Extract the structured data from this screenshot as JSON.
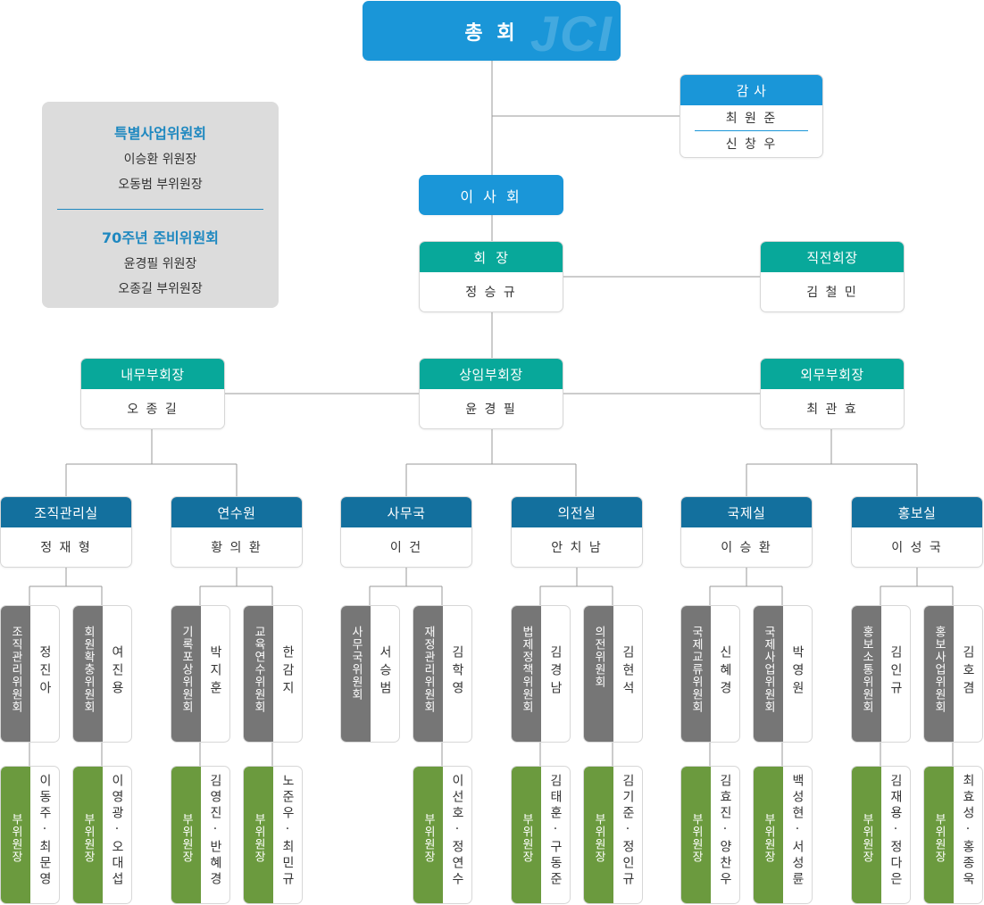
{
  "general_assembly": {
    "title": "총 회",
    "watermark": "JCI"
  },
  "auditor": {
    "title": "감 사",
    "members": [
      "최 원 준",
      "신 창 우"
    ]
  },
  "special": {
    "committee1": {
      "title": "특별사업위원회",
      "lines": [
        "이승환 위원장",
        "오동범 부위원장"
      ]
    },
    "committee2": {
      "title": "70주년 준비위원회",
      "lines": [
        "윤경필 위원장",
        "오종길 부위원장"
      ]
    }
  },
  "board": {
    "title": "이 사 회"
  },
  "president": {
    "title": "회  장",
    "name": "정 승 규"
  },
  "past_president": {
    "title": "직전회장",
    "name": "김 철 민"
  },
  "internal_vp": {
    "title": "내무부회장",
    "name": "오 종 길"
  },
  "senior_vp": {
    "title": "상임부회장",
    "name": "윤 경 필"
  },
  "external_vp": {
    "title": "외무부회장",
    "name": "최 관 효"
  },
  "offices": [
    {
      "title": "조직관리실",
      "name": "정 재 형"
    },
    {
      "title": "연수원",
      "name": "황 의 환"
    },
    {
      "title": "사무국",
      "name": "이 건"
    },
    {
      "title": "의전실",
      "name": "안 치 남"
    },
    {
      "title": "국제실",
      "name": "이 승 환"
    },
    {
      "title": "홍보실",
      "name": "이 성 국"
    }
  ],
  "committees": [
    {
      "label": "조직관리위원회",
      "chair": "정진아",
      "deputy_label": "부위원장",
      "deputies": "이동주·최문영"
    },
    {
      "label": "회원확충위원회",
      "chair": "여진용",
      "deputy_label": "부위원장",
      "deputies": "이영광·오대섭"
    },
    {
      "label": "기록포상위원회",
      "chair": "박지훈",
      "deputy_label": "부위원장",
      "deputies": "김영진·반혜경"
    },
    {
      "label": "교육연수위원회",
      "chair": "한감지",
      "deputy_label": "부위원장",
      "deputies": "노준우·최민규"
    },
    {
      "label": "사무국위원회",
      "chair": "서승범",
      "deputy_label": "",
      "deputies": ""
    },
    {
      "label": "재정관리위원회",
      "chair": "김학영",
      "deputy_label": "부위원장",
      "deputies": "이선호·정연수"
    },
    {
      "label": "법제정책위원회",
      "chair": "김경남",
      "deputy_label": "부위원장",
      "deputies": "김태훈·구동준"
    },
    {
      "label": "의전위원회",
      "chair": "김현석",
      "deputy_label": "부위원장",
      "deputies": "김기준·정인규"
    },
    {
      "label": "국제교류위원회",
      "chair": "신혜경",
      "deputy_label": "부위원장",
      "deputies": "김효진·양찬우"
    },
    {
      "label": "국제사업위원회",
      "chair": "박영원",
      "deputy_label": "부위원장",
      "deputies": "백성현·서성륜"
    },
    {
      "label": "홍보소통위원회",
      "chair": "김인규",
      "deputy_label": "부위원장",
      "deputies": "김재용·정다은"
    },
    {
      "label": "홍보사업위원회",
      "chair": "김호겸",
      "deputy_label": "부위원장",
      "deputies": "최효성·홍종욱"
    }
  ],
  "colors": {
    "top_blue": "#1a96d8",
    "teal": "#08a89a",
    "office_blue": "#13709e",
    "committee_gray": "#767676",
    "deputy_green": "#6b9a3e",
    "special_title": "#1e88c0"
  }
}
